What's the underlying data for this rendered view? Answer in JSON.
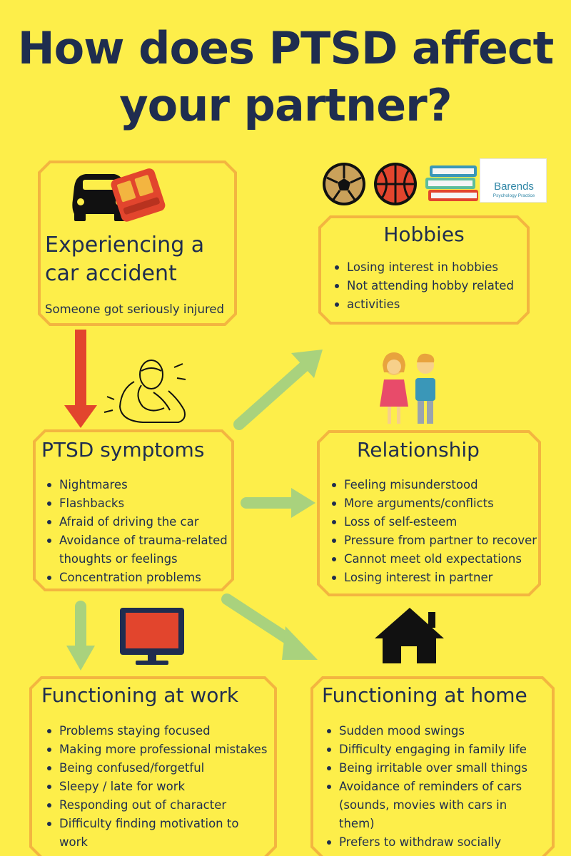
{
  "title": {
    "line1": "How does PTSD affect",
    "line2": "your partner?"
  },
  "colors": {
    "background": "#fdee4a",
    "box_border": "#f3b540",
    "text": "#1f2d4f",
    "red_arrow": "#e2452d",
    "green_arrow": "#a9d27d"
  },
  "logo": {
    "name": "Barends",
    "subtitle": "Psychology Practice",
    "icon": "birds-over-mountains-icon"
  },
  "boxes": {
    "accident": {
      "title_line1": "Experiencing a",
      "title_line2": "car accident",
      "subtitle": "Someone got seriously injured",
      "icon": "car-crash-icon"
    },
    "hobbies": {
      "title": "Hobbies",
      "items": [
        "Losing interest in hobbies",
        "Not attending hobby related",
        "activities"
      ],
      "icons": [
        "soccer-ball-icon",
        "basketball-icon",
        "books-icon"
      ]
    },
    "ptsd": {
      "title": "PTSD symptoms",
      "items": [
        "Nightmares",
        "Flashbacks",
        "Afraid of driving the car",
        "Avoidance of trauma-related",
        "thoughts or feelings",
        "Concentration problems"
      ],
      "icon": "distressed-person-icon"
    },
    "relationship": {
      "title": "Relationship",
      "items": [
        "Feeling misunderstood",
        "More arguments/conflicts",
        "Loss of self-esteem",
        "Pressure from partner to recover",
        "Cannot meet old expectations",
        "Losing interest in partner"
      ],
      "icon": "couple-icon"
    },
    "work": {
      "title": "Functioning at work",
      "items": [
        "Problems staying focused",
        "Making more professional mistakes",
        "Being confused/forgetful",
        "Sleepy / late for work",
        "Responding out of character",
        "Difficulty finding motivation to",
        "work"
      ],
      "icon": "monitor-icon"
    },
    "home": {
      "title": "Functioning at home",
      "items": [
        "Sudden mood swings",
        "Difficulty engaging in family life",
        "Being irritable over small things",
        "Avoidance of reminders of cars",
        "(sounds, movies with cars in",
        "them)",
        "Prefers to withdraw socially"
      ],
      "icon": "house-icon"
    }
  }
}
